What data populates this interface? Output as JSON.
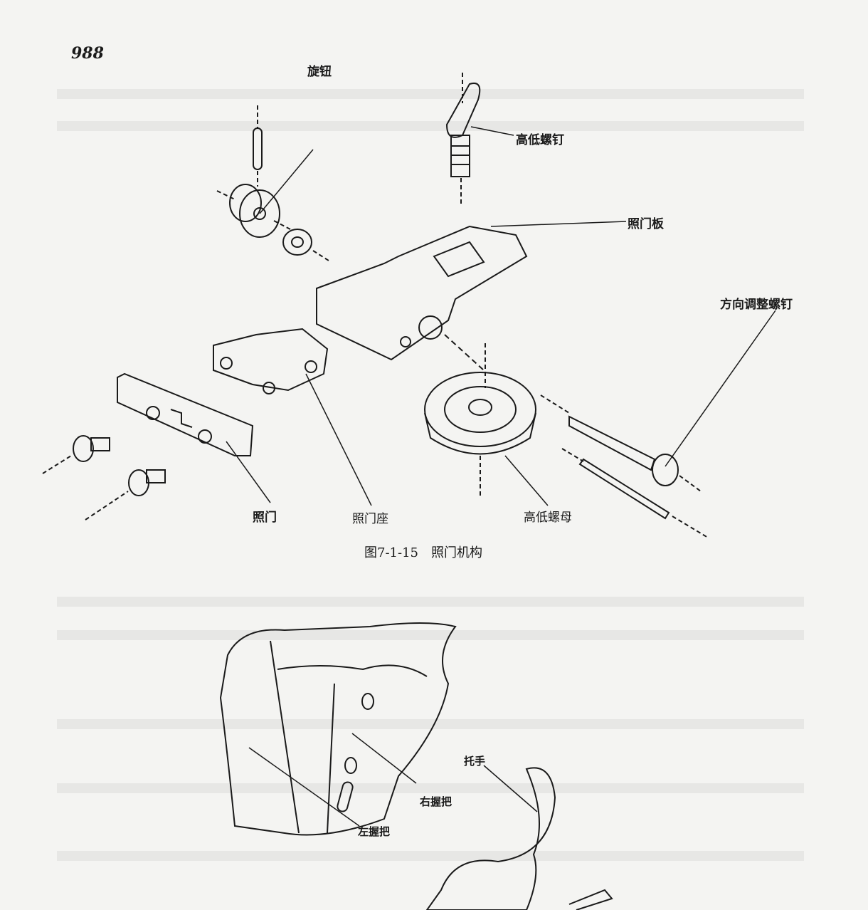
{
  "page_number": "988",
  "figure_1": {
    "caption": "图7-1-15　照门机构",
    "labels": {
      "knob": "旋钮",
      "elevation_screw": "高低螺钉",
      "rear_sight_plate": "照门板",
      "windage_screw": "方向调整螺钉",
      "rear_sight": "照门",
      "rear_sight_base": "照门座",
      "elevation_nut": "高低螺母"
    }
  },
  "figure_2": {
    "labels": {
      "hand_rest": "托手",
      "right_grip": "右握把",
      "left_grip": "左握把"
    }
  }
}
